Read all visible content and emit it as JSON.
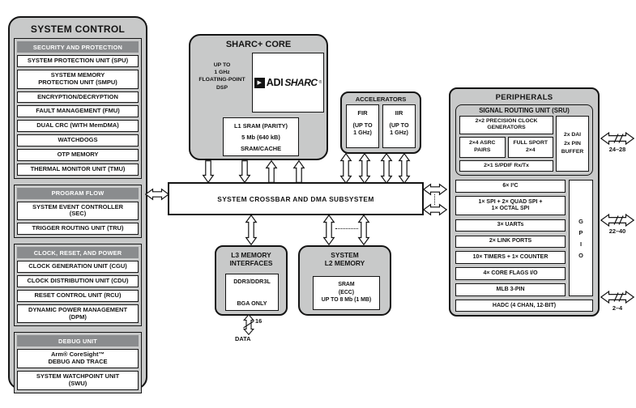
{
  "colors": {
    "box_fill": "#c8c9c9",
    "header_fill": "#8a8c8e",
    "line": "#141414",
    "white": "#ffffff"
  },
  "system_control": {
    "title": "SYSTEM CONTROL",
    "sections": [
      {
        "header": "SECURITY AND PROTECTION",
        "items": [
          "SYSTEM PROTECTION UNIT (SPU)",
          "SYSTEM MEMORY\nPROTECTION UNIT (SMPU)",
          "ENCRYPTION/DECRYPTION",
          "FAULT MANAGEMENT (FMU)",
          "DUAL CRC (WITH MemDMA)",
          "WATCHDOGS",
          "OTP MEMORY",
          "THERMAL MONITOR UNIT (TMU)"
        ]
      },
      {
        "header": "PROGRAM FLOW",
        "items": [
          "SYSTEM EVENT CONTROLLER\n(SEC)",
          "TRIGGER ROUTING UNIT (TRU)"
        ]
      },
      {
        "header": "CLOCK, RESET, AND POWER",
        "items": [
          "CLOCK GENERATION UNIT (CGU)",
          "CLOCK DISTRIBUTION UNIT (CDU)",
          "RESET CONTROL UNIT (RCU)",
          "DYNAMIC POWER MANAGEMENT\n(DPM)"
        ]
      },
      {
        "header": "DEBUG UNIT",
        "items": [
          "Arm® CoreSight™\nDEBUG AND TRACE",
          "SYSTEM WATCHPOINT UNIT\n(SWU)"
        ]
      }
    ]
  },
  "sharc_core": {
    "title": "SHARC+ CORE",
    "dsp_note": [
      "UP TO",
      "1 GHz",
      "FLOATING-POINT",
      "DSP"
    ],
    "logo_brand": "ADI",
    "logo_product": "SHARC",
    "logo_reg": "®",
    "l1": [
      "L1 SRAM (PARITY)",
      "5 Mb (640 kB)",
      "SRAM/CACHE"
    ]
  },
  "accelerators": {
    "title": "ACCELERATORS",
    "units": [
      {
        "name": "FIR",
        "note": "(UP TO\n1 GHz)"
      },
      {
        "name": "IIR",
        "note": "(UP TO\n1 GHz)"
      }
    ]
  },
  "crossbar": {
    "label": "SYSTEM CROSSBAR AND DMA SUBSYSTEM"
  },
  "l3_memory": {
    "title": "L3 MEMORY\nINTERFACES",
    "items": [
      "DDR3/DDR3L",
      "BGA ONLY"
    ],
    "bus_width": "16",
    "bus_label": "DATA"
  },
  "l2_memory": {
    "title": "SYSTEM\nL2 MEMORY",
    "items": [
      "SRAM",
      "(ECC)",
      "UP TO 8 Mb (1 MB)"
    ]
  },
  "peripherals": {
    "title": "PERIPHERALS",
    "sru": {
      "title": "SIGNAL ROUTING UNIT (SRU)",
      "clock_gen": "2×2 PRECISION CLOCK\nGENERATORS",
      "asrc": "2×4 ASRC\nPAIRS",
      "sport": "FULL SPORT\n2×4",
      "spdif": "2×1 S/PDIF Rx/Tx",
      "dai_lines": [
        "2x DAI",
        "2x PIN",
        "BUFFER"
      ]
    },
    "rows": [
      "6× I²C",
      "1× SPI + 2× QUAD SPI +\n1× OCTAL SPI",
      "3× UARTs",
      "2× LINK PORTS",
      "10× TIMERS + 1× COUNTER",
      "4× CORE FLAGS I/O",
      "MLB 3-PIN"
    ],
    "gpio_letters": [
      "G",
      "P",
      "I",
      "O"
    ],
    "hadc": "HADC (4 CHAN, 12-BIT)"
  },
  "pin_counts": [
    "24–28",
    "22–40",
    "2–4"
  ]
}
